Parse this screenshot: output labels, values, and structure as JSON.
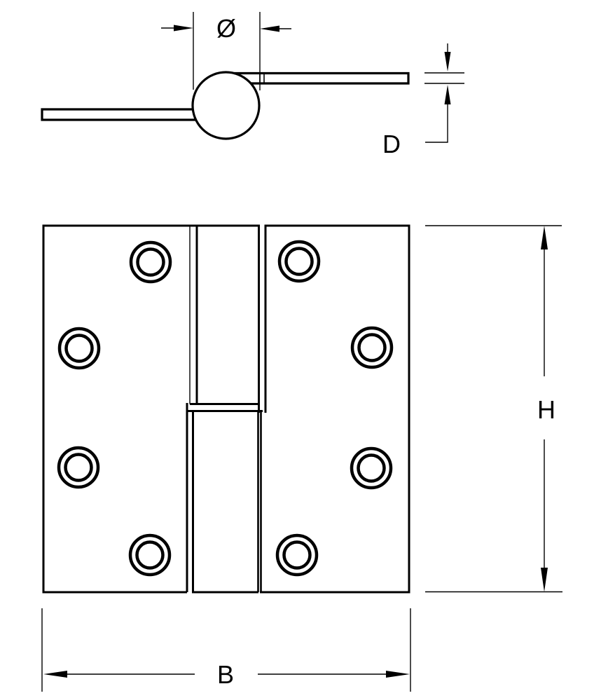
{
  "diagram": {
    "kind": "hinge-technical-drawing",
    "colors": {
      "line": "#000000",
      "background": "#ffffff"
    },
    "labels": {
      "diameter": "Ø",
      "thickness": "D",
      "height": "H",
      "width": "B"
    },
    "front_view": {
      "screw_hole_count": 8,
      "screw_holes_per_leaf": 4
    },
    "views": [
      "top-profile",
      "front"
    ]
  }
}
